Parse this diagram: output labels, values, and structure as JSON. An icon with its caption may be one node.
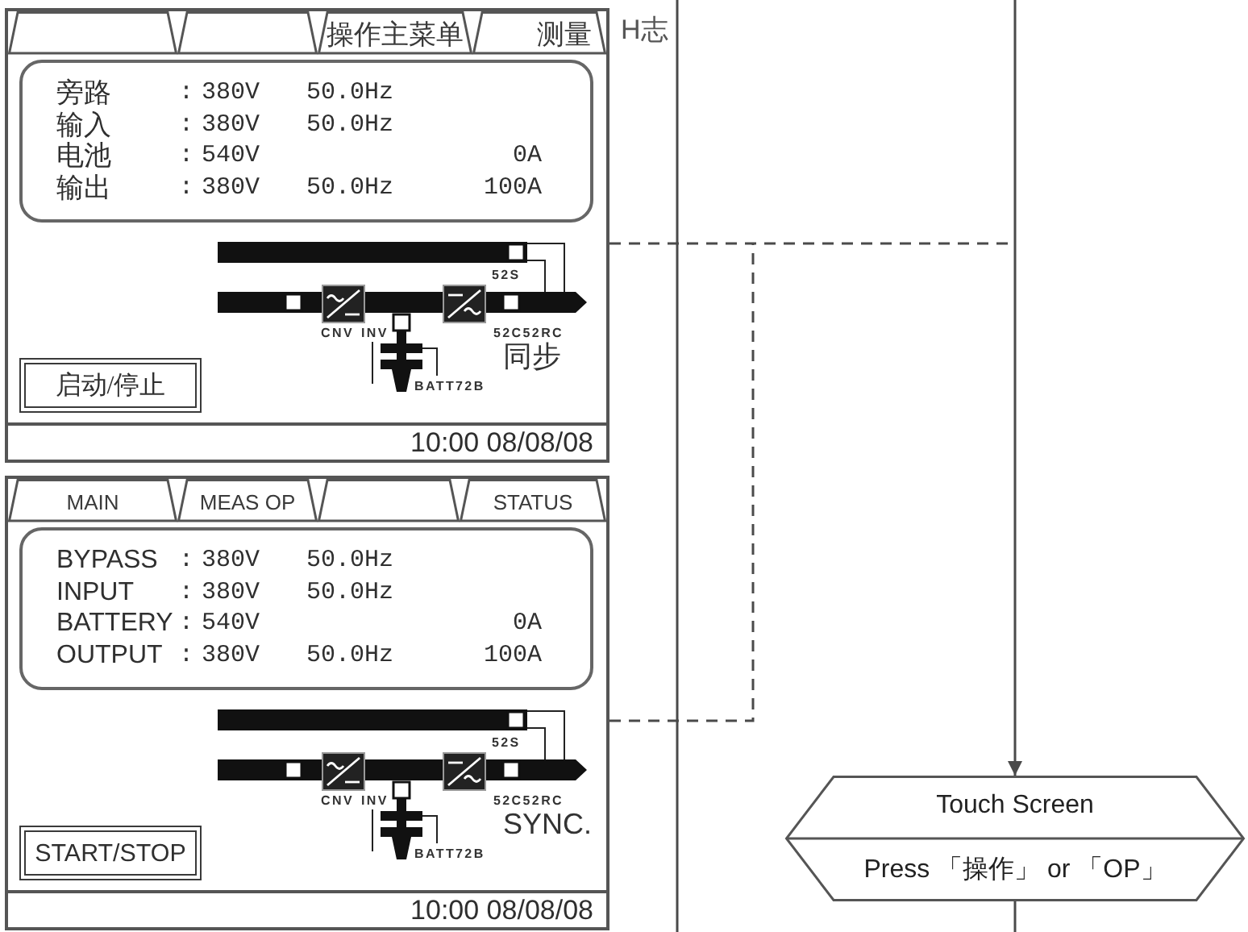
{
  "diagram": {
    "nodes": [
      {
        "text": [
          "52S",
          "CNV",
          "INV",
          "52C52RC",
          "BATT72B",
          "同步"
        ]
      },
      {
        "text": [],
        "shape": "trapezoid",
        "in": 0
      },
      {
        "text": [],
        "shape": "trapezoid",
        "in": 0
      },
      {
        "text": [
          "操作主菜单"
        ],
        "in": 0
      },
      {
        "text": [
          "测量"
        ],
        "in": 0
      },
      {
        "text": [
          "旁路",
          ":",
          "380V",
          "50.0Hz",
          "输入",
          ":",
          "380V",
          "50.0Hz",
          "电池",
          ":",
          "540V",
          "0A",
          "输出",
          ":",
          "380V",
          "50.0Hz",
          "100A"
        ],
        "in": 0
      },
      {
        "text": [
          "启动/停止"
        ],
        "in": 0
      },
      {
        "text": [
          "10:00 08/08/08"
        ],
        "in": 0
      },
      {
        "text": [
          "52S",
          "CNV",
          "INV",
          "52C52RC",
          "BATT72B",
          "SYNC."
        ]
      },
      {
        "text": [
          "MAIN"
        ],
        "in": 8
      },
      {
        "text": [
          "MEAS OP"
        ],
        "in": 8
      },
      {
        "text": [],
        "shape": "trapezoid",
        "in": 8
      },
      {
        "text": [
          "STATUS"
        ],
        "in": 8
      },
      {
        "text": [
          "BYPASS",
          ":",
          "380V",
          "50.0Hz",
          "INPUT",
          ":",
          "380V",
          "50.0Hz",
          "BATTERY",
          ":",
          "540V",
          "0A",
          "OUTPUT",
          ":",
          "380V",
          "50.0Hz",
          "100A"
        ],
        "in": 8
      },
      {
        "text": [
          "START/STOP"
        ],
        "in": 8
      },
      {
        "text": [
          "10:00 08/08/08"
        ],
        "in": 8
      },
      {
        "text": [
          "Touch Screen",
          "Press 「操作」 or 「OP」"
        ]
      }
    ],
    "edges": [
      {
        "from": null,
        "to": 16,
        "arrow": "to"
      },
      {
        "from": 16,
        "to": null,
        "arrow": "none"
      },
      {
        "from": 0,
        "to": null,
        "arrow": "none",
        "style": "dashed"
      },
      {
        "from": 8,
        "to": null,
        "arrow": "none",
        "style": "dashed"
      }
    ],
    "labels": [
      "H志"
    ]
  }
}
